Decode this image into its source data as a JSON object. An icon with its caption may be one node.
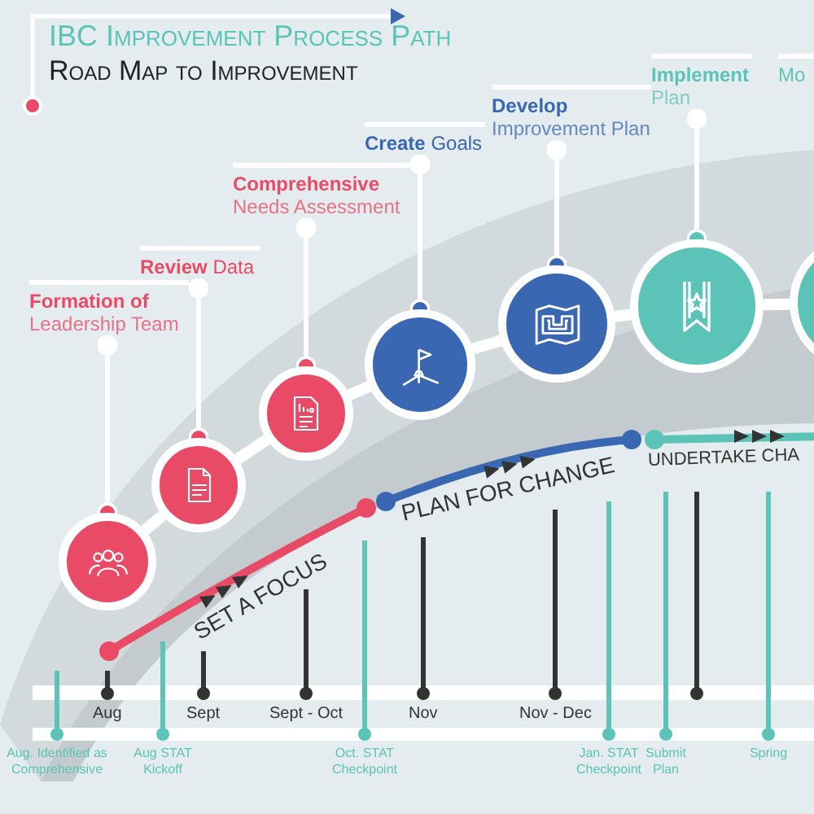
{
  "diagram": {
    "title": "IBC Improvement Process Path",
    "nodes": [
      {
        "text": [
          "Formation of",
          "Leadership Team"
        ]
      },
      {
        "text": [
          "**Review** Data"
        ]
      },
      {
        "text": [
          "Comprehensive",
          "Needs Assessment"
        ]
      },
      {
        "text": [
          "**Create** Goals"
        ]
      },
      {
        "text": [
          "Develop",
          "Improvement Plan"
        ]
      },
      {
        "text": [
          "Implement",
          "Plan"
        ]
      },
      {
        "text": [
          "Mo"
        ]
      },
      {
        "text": [],
        "shape": "circle"
      },
      {
        "text": [],
        "shape": "circle"
      },
      {
        "text": [],
        "shape": "circle"
      },
      {
        "text": [],
        "shape": "circle"
      },
      {
        "text": [],
        "shape": "circle"
      },
      {
        "text": [],
        "shape": "circle"
      },
      {
        "text": [],
        "shape": "circle"
      }
    ],
    "edges": [
      {
        "from": 0,
        "to": 7,
        "arrow": "other"
      },
      {
        "from": 1,
        "to": 8,
        "arrow": "other"
      },
      {
        "from": 2,
        "to": 9,
        "arrow": "other"
      },
      {
        "from": 3,
        "to": 10,
        "arrow": "other"
      },
      {
        "from": 4,
        "to": 11,
        "arrow": "other"
      },
      {
        "from": 5,
        "to": 12,
        "arrow": "other"
      },
      {
        "from": 7,
        "to": 8,
        "arrow": "none",
        "style": "thick"
      },
      {
        "from": 8,
        "to": 9,
        "arrow": "none",
        "style": "thick"
      },
      {
        "from": 9,
        "to": 10,
        "arrow": "none",
        "style": "thick"
      },
      {
        "from": 10,
        "to": 11,
        "arrow": "none",
        "style": "thick"
      },
      {
        "from": 11,
        "to": 12,
        "arrow": "none",
        "style": "thick"
      },
      {
        "from": 12,
        "to": 13,
        "arrow": "none",
        "style": "thick"
      }
    ],
    "labels": [
      "Road Map to Improvement",
      "SET A FOCUS",
      "PLAN FOR CHANGE",
      "UNDERTAKE CHA",
      "Aug",
      "Sept",
      "Sept - Oct",
      "Nov",
      "Nov - Dec",
      "Aug. Identified as Comprehensive",
      "Aug STAT Kickoff",
      "Oct. STAT Checkpoint",
      "Jan. STAT Checkpoint",
      "Submit Plan",
      "Spring"
    ]
  }
}
